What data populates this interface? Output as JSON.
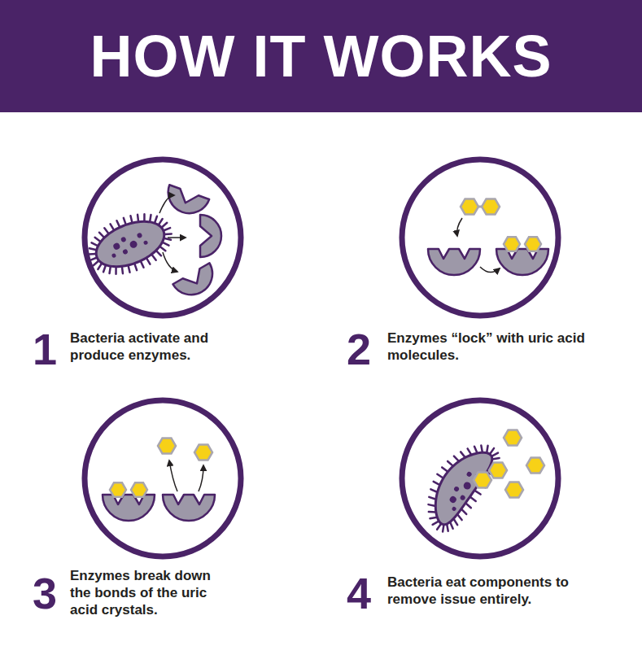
{
  "diagram": {
    "title": "HOW IT WORKS",
    "labels": [
      "1",
      "Bacteria activate and produce enzymes.",
      "2",
      "Enzymes “lock” with uric acid molecules.",
      "3",
      "Enzymes break down the bonds of the uric acid crystals.",
      "4",
      "Bacteria eat components to remove issue entirely."
    ]
  }
}
